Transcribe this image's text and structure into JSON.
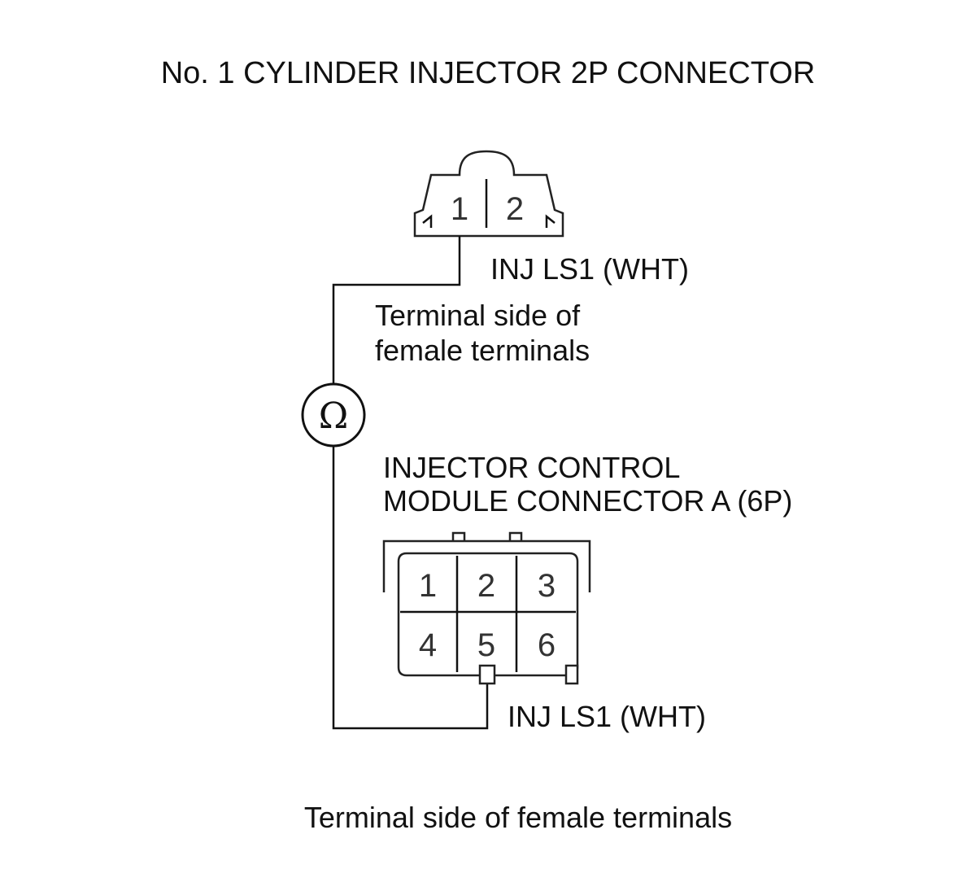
{
  "title": "No. 1 CYLINDER INJECTOR 2P CONNECTOR",
  "connector_2p": {
    "pins": [
      "1",
      "2"
    ],
    "wire_label": "INJ LS1 (WHT)",
    "view_note_line1": "Terminal side of",
    "view_note_line2": "female terminals"
  },
  "meter": {
    "symbol": "Ω",
    "icon": "ohmmeter-icon"
  },
  "connector_6p": {
    "title_line1": "INJECTOR CONTROL",
    "title_line2": "MODULE CONNECTOR A (6P)",
    "pins": [
      "1",
      "2",
      "3",
      "4",
      "5",
      "6"
    ],
    "wire_label": "INJ LS1 (WHT)"
  },
  "footer_note": "Terminal side of female terminals"
}
